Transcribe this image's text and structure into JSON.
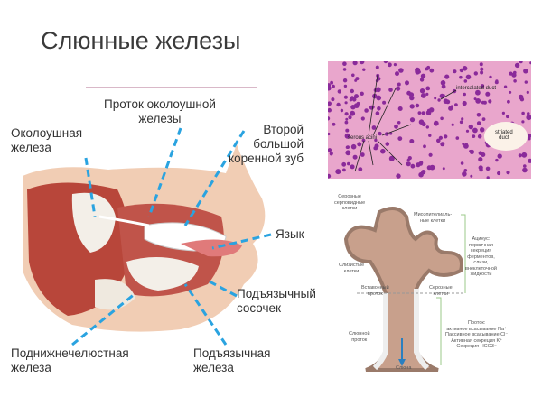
{
  "slide": {
    "title": "Слюнные железы"
  },
  "anatomy": {
    "labels": {
      "parotid_duct": [
        "Проток околоушной",
        "железы"
      ],
      "parotid_gland": [
        "Околоушная",
        "железа"
      ],
      "second_molar": [
        "Второй",
        "большой",
        "коренной зуб"
      ],
      "tongue": "Язык",
      "sublingual_papilla": [
        "Подъязычный",
        "сосочек"
      ],
      "submandibular_gland": [
        "Поднижнечелюстная",
        "железа"
      ],
      "sublingual_gland": [
        "Подъязычная",
        "железа"
      ]
    },
    "leader_color": "#2aa3e0"
  },
  "histology": {
    "labels": {
      "intercalated": "intercalated duct",
      "serous": "serous acini",
      "striated": [
        "striated",
        "duct"
      ]
    },
    "bg_color": "#e9a6cc",
    "nuclei_color": "#8a2a9a"
  },
  "diagram": {
    "labels": {
      "serous_demilunes": [
        "Серозные",
        "серповидные",
        "клетки"
      ],
      "myoepithelial": [
        "Миоэпителиаль-",
        "ные клетки"
      ],
      "mucous": [
        "Слизистые",
        "клетки"
      ],
      "intercalated": [
        "Вставочный",
        "проток"
      ],
      "serous": [
        "Серозные",
        "клетки"
      ],
      "striated": [
        "Слюнной",
        "проток"
      ],
      "saliva": "Слюна",
      "acinus": [
        "Ацинус:",
        "первичная",
        "секреция",
        "ферментов,",
        "слизи,",
        "внеклеточной",
        "жидкости"
      ],
      "duct": [
        "Проток:",
        "активное всасывание Na⁺",
        "Пассивное всасывание Cl⁻",
        "Активная секреция K⁺",
        "Секреция HCO3⁻"
      ]
    }
  }
}
